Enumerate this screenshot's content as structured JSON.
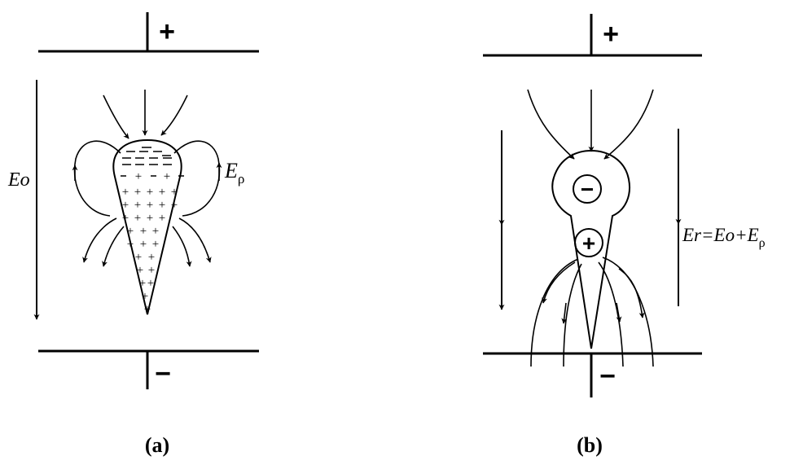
{
  "panel_a": {
    "caption": "(a)",
    "top_sign": "+",
    "bottom_sign": "−",
    "field_label": "Eo",
    "space_field_label_main": "E",
    "space_field_label_sub": "ρ"
  },
  "panel_b": {
    "caption": "(b)",
    "top_sign": "+",
    "bottom_sign": "−",
    "resultant_label_main": "Er=Eo+E",
    "resultant_label_sub": "ρ",
    "negative_symbol": "−",
    "positive_symbol": "+"
  },
  "colors": {
    "ink": "#000000",
    "background": "#ffffff"
  }
}
